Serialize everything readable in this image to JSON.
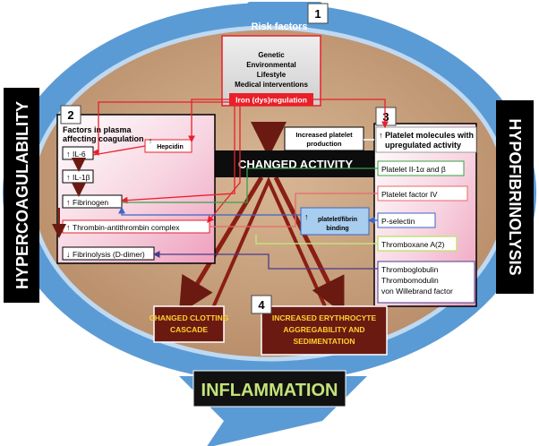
{
  "risk_factors": {
    "number": "1",
    "label": "Risk factors",
    "items": [
      "Genetic",
      "Environmental",
      "Lifestyle",
      "Medical interventions"
    ],
    "iron": "Iron (dys)regulation"
  },
  "plasma": {
    "number": "2",
    "title_line1": "Factors in plasma",
    "title_line2": "affecting   coagulation",
    "hepcidin": "Hepcidin",
    "il6": "IL-6",
    "il1b": "IL-1β",
    "fibrinogen": "Fibrinogen",
    "thrombin": "Thrombin-antithrombin complex",
    "fibrinolysis": "Fibrinolysis (D-dimer)"
  },
  "platelet_production": {
    "line1": "Increased platelet",
    "line2": "production"
  },
  "changed_activity": "CHANGED ACTIVITY",
  "platelet": {
    "number": "3",
    "title_line1": "Platelet molecules with",
    "title_line2": "upregulated activity",
    "items": [
      "Platelet II-1α and β",
      "Platelet factor IV",
      "P-selectin",
      "Thromboxane A(2)"
    ],
    "last_group": [
      "Thromboglobulin",
      "Thrombomodulin",
      "von Willebrand factor"
    ]
  },
  "binding": {
    "line1": "platelet/fibrin",
    "line2": "binding"
  },
  "outcomes": {
    "number": "4",
    "left_line1": "CHANGED CLOTTING",
    "left_line2": "CASCADE",
    "right_line1": "INCREASED ERYTHROCYTE",
    "right_line2": "AGGREGABILITY AND",
    "right_line3": "SEDIMENTATION"
  },
  "side_left": "HYPERCOAGULABILITY",
  "side_right": "HYPOFIBRINOLYSIS",
  "inflammation": "INFLAMMATION",
  "colors": {
    "sky": "#5b9bd5",
    "tan": "#c9a27e",
    "panel_pink": "#f3c6d6",
    "iron_red": "#e8202a",
    "dark_red": "#8b1e14",
    "yellow_text": "#ffd22e",
    "green_band": "#c4e27a"
  }
}
